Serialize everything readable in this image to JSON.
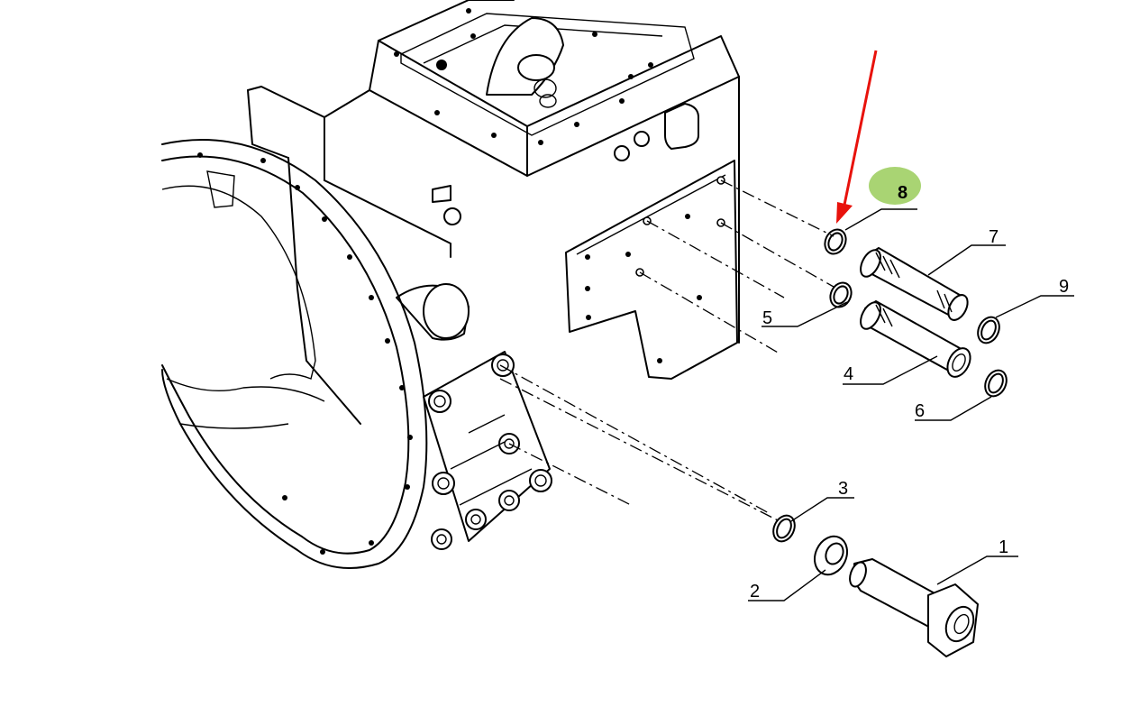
{
  "diagram": {
    "callouts": [
      {
        "id": "c1",
        "label": "1"
      },
      {
        "id": "c2",
        "label": "2"
      },
      {
        "id": "c3",
        "label": "3"
      },
      {
        "id": "c4",
        "label": "4"
      },
      {
        "id": "c5",
        "label": "5"
      },
      {
        "id": "c6",
        "label": "6"
      },
      {
        "id": "c7",
        "label": "7"
      },
      {
        "id": "c8",
        "label": "8"
      },
      {
        "id": "c9",
        "label": "9"
      }
    ],
    "highlight": {
      "target": "8",
      "marker_color": "#9acd5a",
      "arrow_color": "#e8120c"
    }
  }
}
